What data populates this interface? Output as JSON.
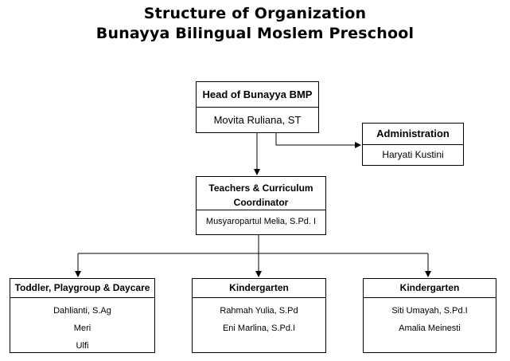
{
  "title": {
    "line1": "Structure of Organization",
    "line2": "Bunayya Bilingual Moslem Preschool"
  },
  "head": {
    "role": "Head of Bunayya BMP",
    "name": "Movita Ruliana, ST"
  },
  "administration": {
    "role": "Administration",
    "name": "Haryati Kustini"
  },
  "teachers": {
    "role_line1": "Teachers & Curriculum",
    "role_line2": "Coordinator",
    "name": "Musyaropartul Melia,  S.Pd. I"
  },
  "units": [
    {
      "role": "Toddler, Playgroup & Daycare",
      "members": [
        "Dahlianti, S.Ag",
        "Meri",
        "Ulfi"
      ]
    },
    {
      "role": "Kindergarten",
      "members": [
        "Rahmah  Yulia, S.Pd",
        "Eni Marlina,  S.Pd.I"
      ]
    },
    {
      "role": "Kindergarten",
      "members": [
        "Siti Umayah, S.Pd.I",
        "Amalia Meinesti"
      ]
    }
  ]
}
